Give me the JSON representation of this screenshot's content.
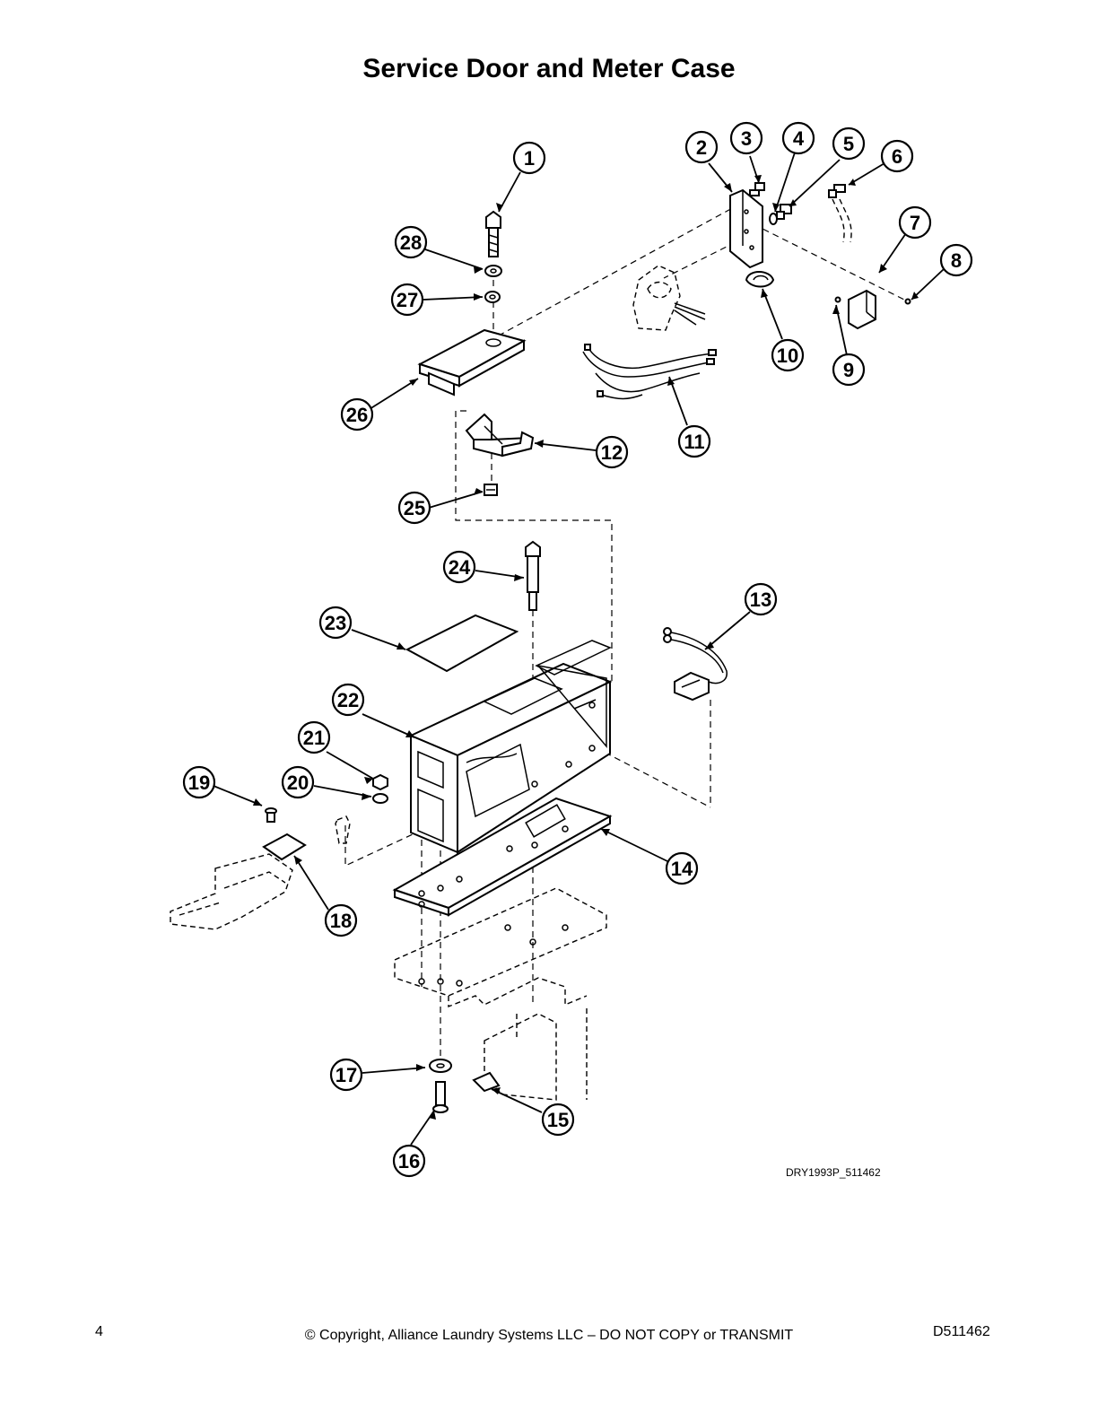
{
  "title": "Service Door and Meter Case",
  "figure_code": "DRY1993P_511462",
  "footer": {
    "page_number": "4",
    "copyright": "© Copyright, Alliance Laundry Systems LLC – DO NOT COPY or TRANSMIT",
    "doc_number": "D511462"
  },
  "callouts": [
    {
      "label": "1"
    },
    {
      "label": "2"
    },
    {
      "label": "3"
    },
    {
      "label": "4"
    },
    {
      "label": "5"
    },
    {
      "label": "6"
    },
    {
      "label": "7"
    },
    {
      "label": "8"
    },
    {
      "label": "9"
    },
    {
      "label": "10"
    },
    {
      "label": "11"
    },
    {
      "label": "12"
    },
    {
      "label": "13"
    },
    {
      "label": "14"
    },
    {
      "label": "15"
    },
    {
      "label": "16"
    },
    {
      "label": "17"
    },
    {
      "label": "18"
    },
    {
      "label": "19"
    },
    {
      "label": "20"
    },
    {
      "label": "21"
    },
    {
      "label": "22"
    },
    {
      "label": "23"
    },
    {
      "label": "24"
    },
    {
      "label": "25"
    },
    {
      "label": "26"
    },
    {
      "label": "27"
    },
    {
      "label": "28"
    }
  ]
}
